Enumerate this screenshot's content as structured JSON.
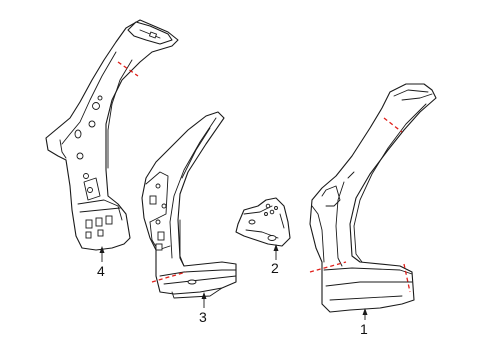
{
  "callouts": {
    "part_1": "1",
    "part_2": "2",
    "part_3": "3",
    "part_4": "4"
  },
  "colors": {
    "outline": "#1a1a1a",
    "cut_line": "#e0201b",
    "background": "#ffffff"
  }
}
